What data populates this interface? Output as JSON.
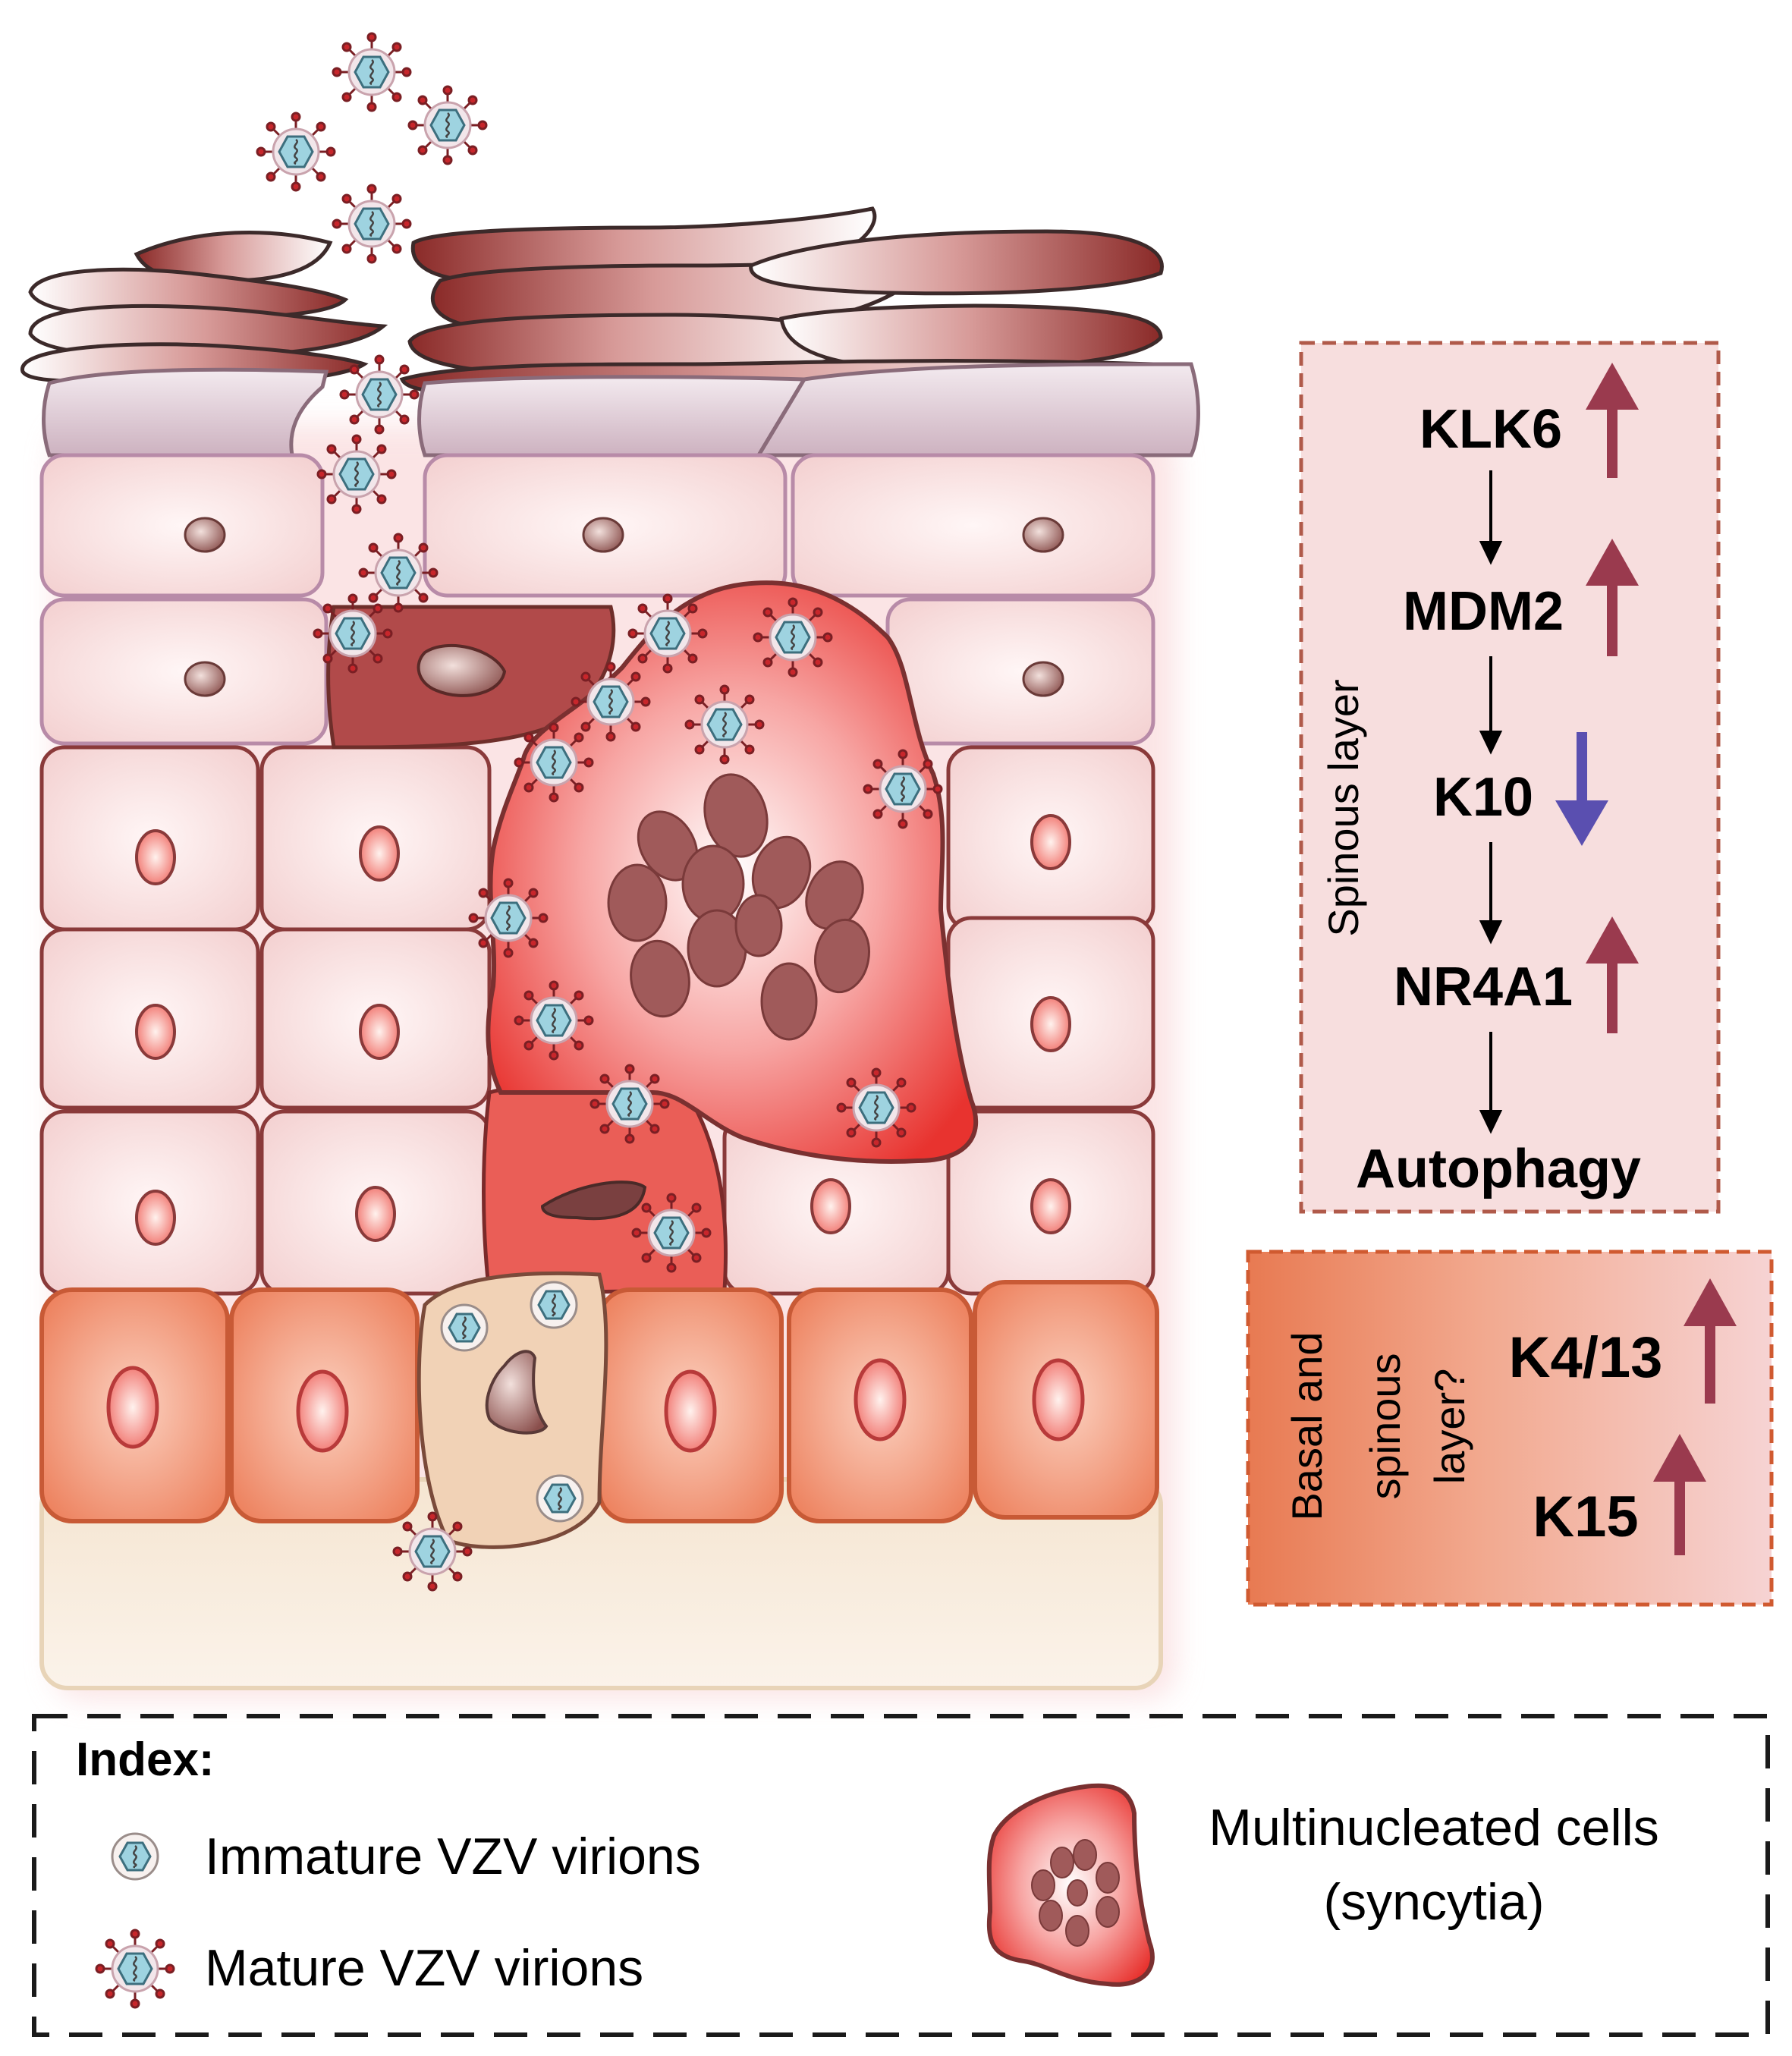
{
  "pathway": {
    "region_label": "Spinous layer",
    "steps": [
      {
        "label": "KLK6",
        "direction": "up"
      },
      {
        "label": "MDM2",
        "direction": "up"
      },
      {
        "label": "K10",
        "direction": "down"
      },
      {
        "label": "NR4A1",
        "direction": "up"
      },
      {
        "label": "Autophagy",
        "direction": "none"
      }
    ]
  },
  "basal": {
    "region_label_lines": [
      "Basal and",
      "spinous",
      "layer?"
    ],
    "markers": [
      {
        "label": "K4/13",
        "direction": "up"
      },
      {
        "label": "K15",
        "direction": "up"
      }
    ]
  },
  "legend": {
    "title": "Index:",
    "items": [
      {
        "label": "Immature VZV virions",
        "icon": "immature-virion-icon"
      },
      {
        "label": "Mature VZV virions",
        "icon": "mature-virion-icon"
      }
    ],
    "syncytia_lines": [
      "Multinucleated cells",
      "(syncytia)"
    ]
  },
  "colors": {
    "up_arrow": "#9a3a4e",
    "down_arrow": "#5a4fb0",
    "pathway_box_fill": "#f6dcdc",
    "basal_box_fill": "#e8805a",
    "syncytium": "#e8403c",
    "basal_cell": "#f08060",
    "spinous_cell": "#f7dcdc",
    "corneum": "#8a2a28"
  }
}
